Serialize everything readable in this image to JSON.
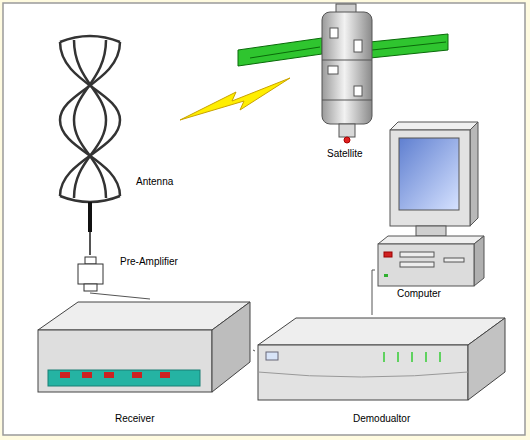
{
  "diagram": {
    "nodes": [
      {
        "text": [
          "Satellite"
        ]
      },
      {
        "text": [
          "Antenna"
        ]
      },
      {
        "text": [
          "Computer"
        ]
      },
      {
        "text": [
          "Pre-Amplifier"
        ]
      },
      {
        "text": [
          "Receiver"
        ]
      },
      {
        "text": [
          "Demodualtor"
        ]
      }
    ],
    "edges": [
      {
        "from": 1,
        "to": 3,
        "arrow": "none"
      },
      {
        "from": 3,
        "to": 4,
        "arrow": "none"
      },
      {
        "from": 4,
        "to": 5,
        "arrow": "none"
      },
      {
        "from": 5,
        "to": 2,
        "arrow": "none"
      }
    ]
  }
}
